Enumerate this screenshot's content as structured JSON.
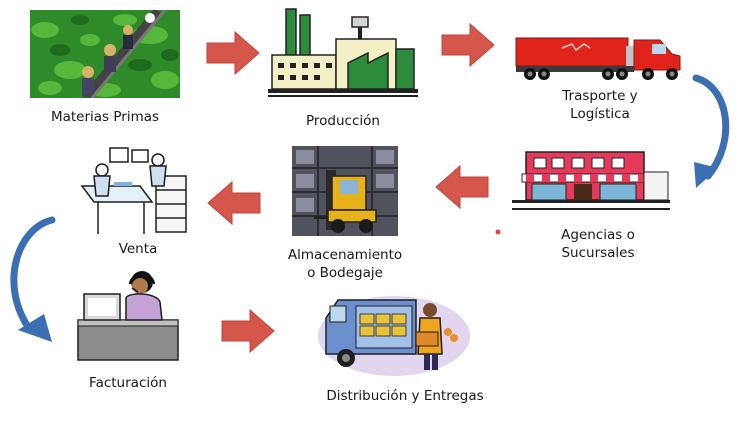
{
  "diagram": {
    "nodes": [
      {
        "id": "materias",
        "label": "Materias Primas",
        "icon": "farm-workers-icon"
      },
      {
        "id": "produccion",
        "label": "Producción",
        "icon": "factory-icon"
      },
      {
        "id": "transporte",
        "label_lines": [
          "Trasporte y",
          "Logística"
        ],
        "icon": "truck-icon"
      },
      {
        "id": "agencias",
        "label_lines": [
          "Agencias o",
          "Sucursales"
        ],
        "icon": "storefront-icon"
      },
      {
        "id": "almacenamiento",
        "label_lines": [
          "Almacenamiento",
          "o Bodegaje"
        ],
        "icon": "forklift-warehouse-icon"
      },
      {
        "id": "venta",
        "label": "Venta",
        "icon": "sales-office-icon"
      },
      {
        "id": "facturacion",
        "label": "Facturación",
        "icon": "call-center-agent-icon"
      },
      {
        "id": "distribucion",
        "label": "Distribución y Entregas",
        "icon": "delivery-van-icon"
      }
    ],
    "colors": {
      "arrow": "#d5564a",
      "curve": "#3a6fb4"
    }
  }
}
